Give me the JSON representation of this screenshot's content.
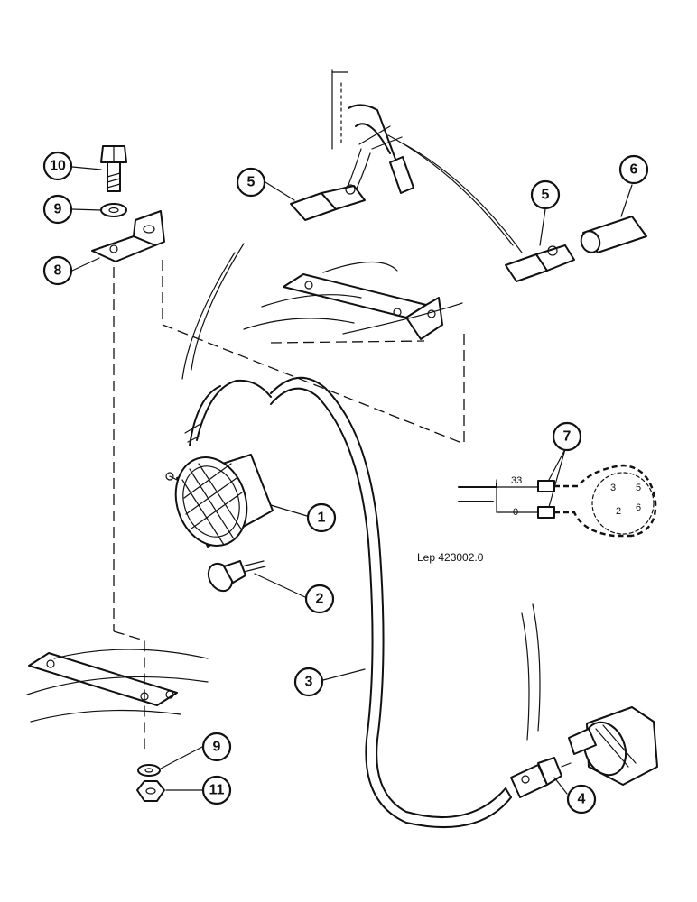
{
  "diagram": {
    "reference": "Lep 423002.0",
    "callouts": [
      {
        "id": "1",
        "label": "1"
      },
      {
        "id": "2",
        "label": "2"
      },
      {
        "id": "3",
        "label": "3"
      },
      {
        "id": "4",
        "label": "4"
      },
      {
        "id": "5a",
        "label": "5"
      },
      {
        "id": "5b",
        "label": "5"
      },
      {
        "id": "6",
        "label": "6"
      },
      {
        "id": "7",
        "label": "7"
      },
      {
        "id": "8",
        "label": "8"
      },
      {
        "id": "9a",
        "label": "9"
      },
      {
        "id": "9b",
        "label": "9"
      },
      {
        "id": "10",
        "label": "10"
      },
      {
        "id": "11",
        "label": "11"
      }
    ],
    "wiring": {
      "wire_a": "33",
      "wire_b": "0",
      "socket_pins": [
        "3",
        "5",
        "2",
        "6"
      ]
    }
  }
}
